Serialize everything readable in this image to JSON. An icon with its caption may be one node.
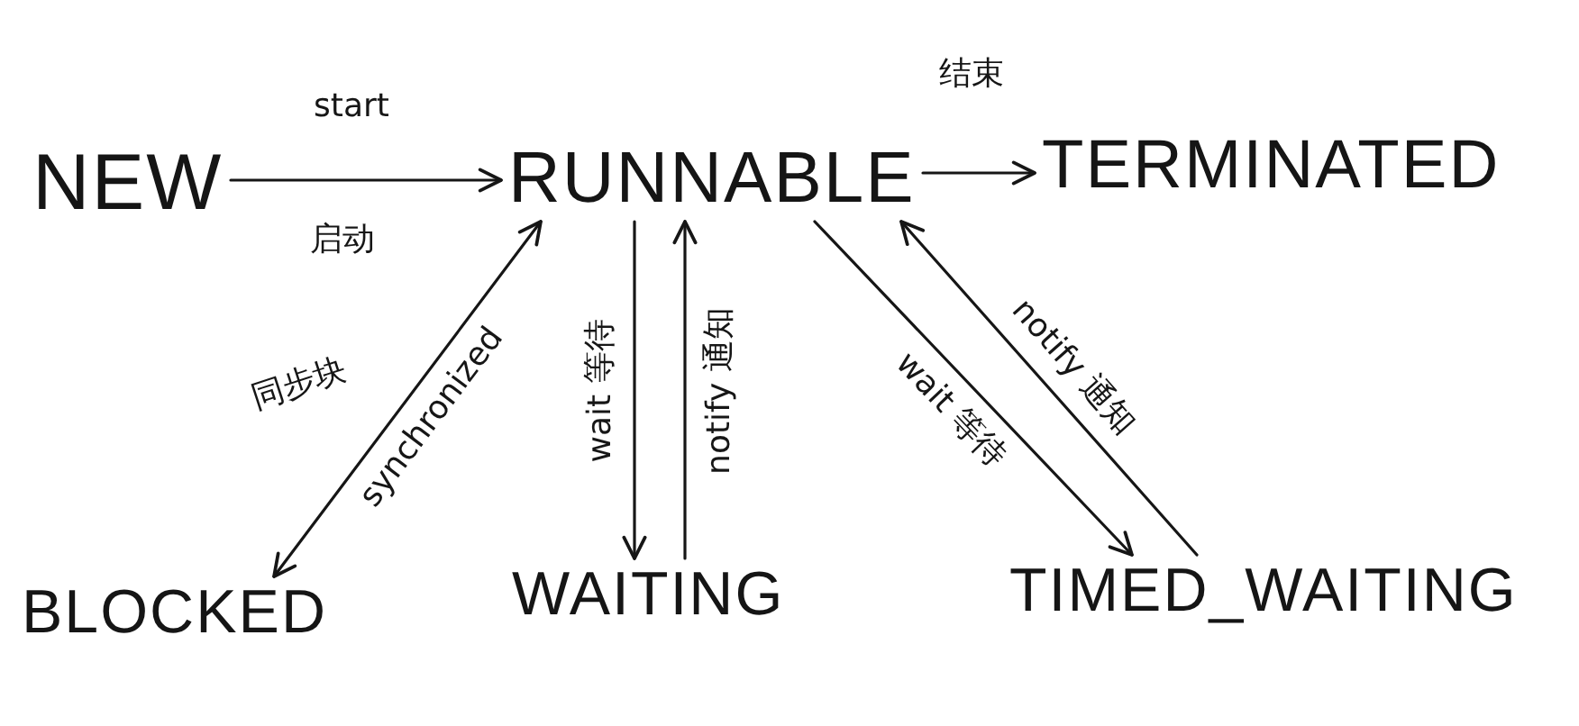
{
  "diagram": {
    "nodes": [
      {
        "text": [
          "NEW"
        ]
      },
      {
        "text": [
          "RUNNABLE"
        ]
      },
      {
        "text": [
          "TERMINATED"
        ]
      },
      {
        "text": [
          "BLOCKED"
        ]
      },
      {
        "text": [
          "WAITING"
        ]
      },
      {
        "text": [
          "TIMED_WAITING"
        ]
      }
    ],
    "edges": [
      {
        "from": 0,
        "to": 1,
        "arrow": "to",
        "label": "start"
      },
      {
        "from": 1,
        "to": 2,
        "arrow": "to",
        "label": "结束"
      },
      {
        "from": 1,
        "to": 3,
        "arrow": "both",
        "label": "synchronized"
      },
      {
        "from": 1,
        "to": 4,
        "arrow": "to",
        "label": "wait 等待"
      },
      {
        "from": 4,
        "to": 1,
        "arrow": "to",
        "label": "notify 通知"
      },
      {
        "from": 1,
        "to": 5,
        "arrow": "to",
        "label": "wait 等待"
      },
      {
        "from": 5,
        "to": 1,
        "arrow": "to",
        "label": "notify 通知"
      }
    ],
    "labels": [
      "启动",
      "同步块"
    ]
  }
}
